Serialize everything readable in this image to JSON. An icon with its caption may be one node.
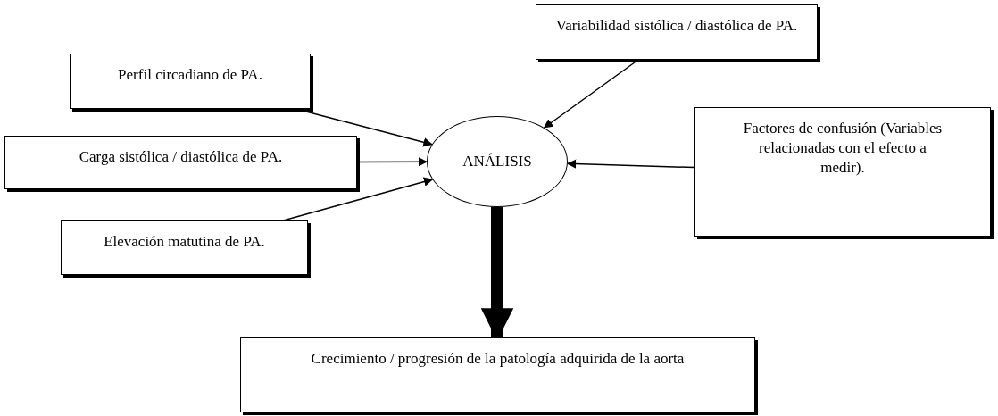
{
  "diagram": {
    "nodes": [
      {
        "text": [
          "Perfil circadiano de PA."
        ]
      },
      {
        "text": [
          "Variabilidad sistólica / diastólica de PA."
        ]
      },
      {
        "text": [
          "ANÁLISIS"
        ]
      },
      {
        "text": [
          "Carga sistólica / diastólica de PA."
        ]
      },
      {
        "text": [
          "Factores de confusión (Variables relacionadas con el efecto a medir)."
        ]
      },
      {
        "text": [
          "Elevación matutina de PA."
        ]
      },
      {
        "text": [
          "Crecimiento / progresión de la patología adquirida de la aorta"
        ]
      }
    ],
    "edges": [
      {
        "from": 0,
        "to": 2,
        "arrow": "to"
      },
      {
        "from": 1,
        "to": 2,
        "arrow": "to"
      },
      {
        "from": 3,
        "to": 2,
        "arrow": "to"
      },
      {
        "from": 4,
        "to": 2,
        "arrow": "to"
      },
      {
        "from": 5,
        "to": 2,
        "arrow": "to"
      },
      {
        "from": 2,
        "to": 6,
        "arrow": "to",
        "style": "thick"
      }
    ]
  }
}
